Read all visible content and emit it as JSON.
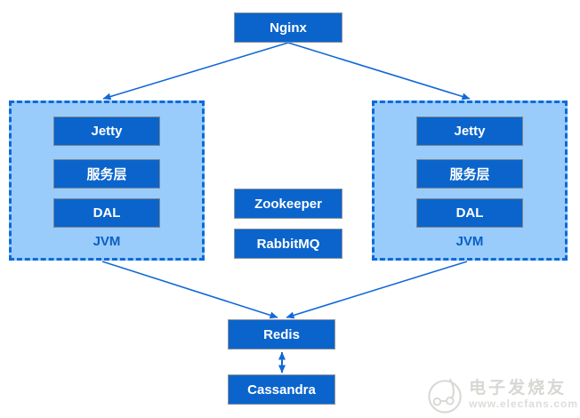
{
  "diagram": {
    "nginx": {
      "label": "Nginx"
    },
    "jvm_left": {
      "label": "JVM",
      "items": [
        "Jetty",
        "服务层",
        "DAL"
      ]
    },
    "jvm_right": {
      "label": "JVM",
      "items": [
        "Jetty",
        "服务层",
        "DAL"
      ]
    },
    "zookeeper": {
      "label": "Zookeeper"
    },
    "rabbitmq": {
      "label": "RabbitMQ"
    },
    "redis": {
      "label": "Redis"
    },
    "cassandra": {
      "label": "Cassandra"
    },
    "connections": [
      {
        "from": "nginx",
        "to": "jvm_left",
        "arrow": "end"
      },
      {
        "from": "nginx",
        "to": "jvm_right",
        "arrow": "end"
      },
      {
        "from": "jvm_left",
        "to": "redis",
        "arrow": "end"
      },
      {
        "from": "jvm_right",
        "to": "redis",
        "arrow": "end"
      },
      {
        "from": "redis",
        "to": "cassandra",
        "arrow": "both"
      }
    ]
  },
  "watermark": {
    "brand": "电子发烧友",
    "site": "www.elecfans.com",
    "logo_icon": "elecfans-circuit-logo"
  },
  "colors": {
    "node_fill": "#0a64cc",
    "node_border": "#8f9499",
    "container_fill": "#99ccfb",
    "container_border": "#0d6ad8",
    "arrow": "#1368d8",
    "node_text": "#ffffff",
    "jvm_label_text": "#0a5ec6",
    "watermark": "#d8d8d4"
  }
}
